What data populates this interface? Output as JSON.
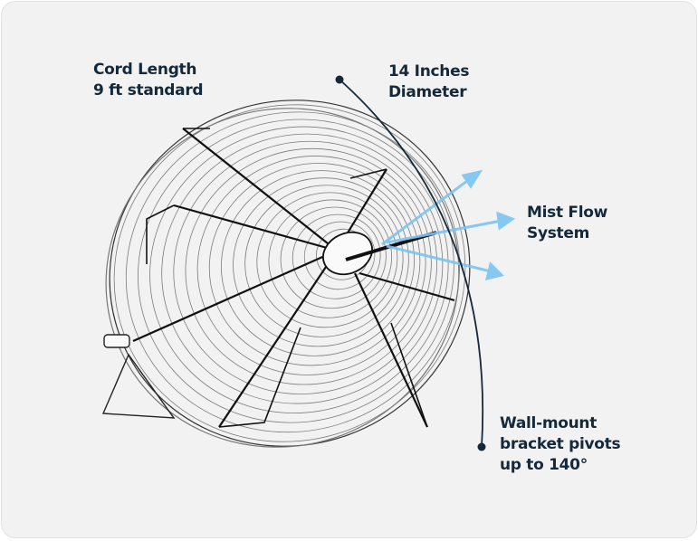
{
  "labels": {
    "cord": {
      "line1": "Cord Length",
      "line2": "9 ft standard"
    },
    "diameter": {
      "line1": "14 Inches",
      "line2": "Diameter"
    },
    "mist": {
      "line1": "Mist Flow",
      "line2": "System"
    },
    "bracket": {
      "line1": "Wall-mount",
      "line2": "bracket pivots",
      "line3": "up to 140°"
    }
  },
  "colors": {
    "text": "#14293a",
    "mist_arrow": "#7cc4f2",
    "sketch": "#1a1a1a",
    "background": "#f2f2f2"
  }
}
